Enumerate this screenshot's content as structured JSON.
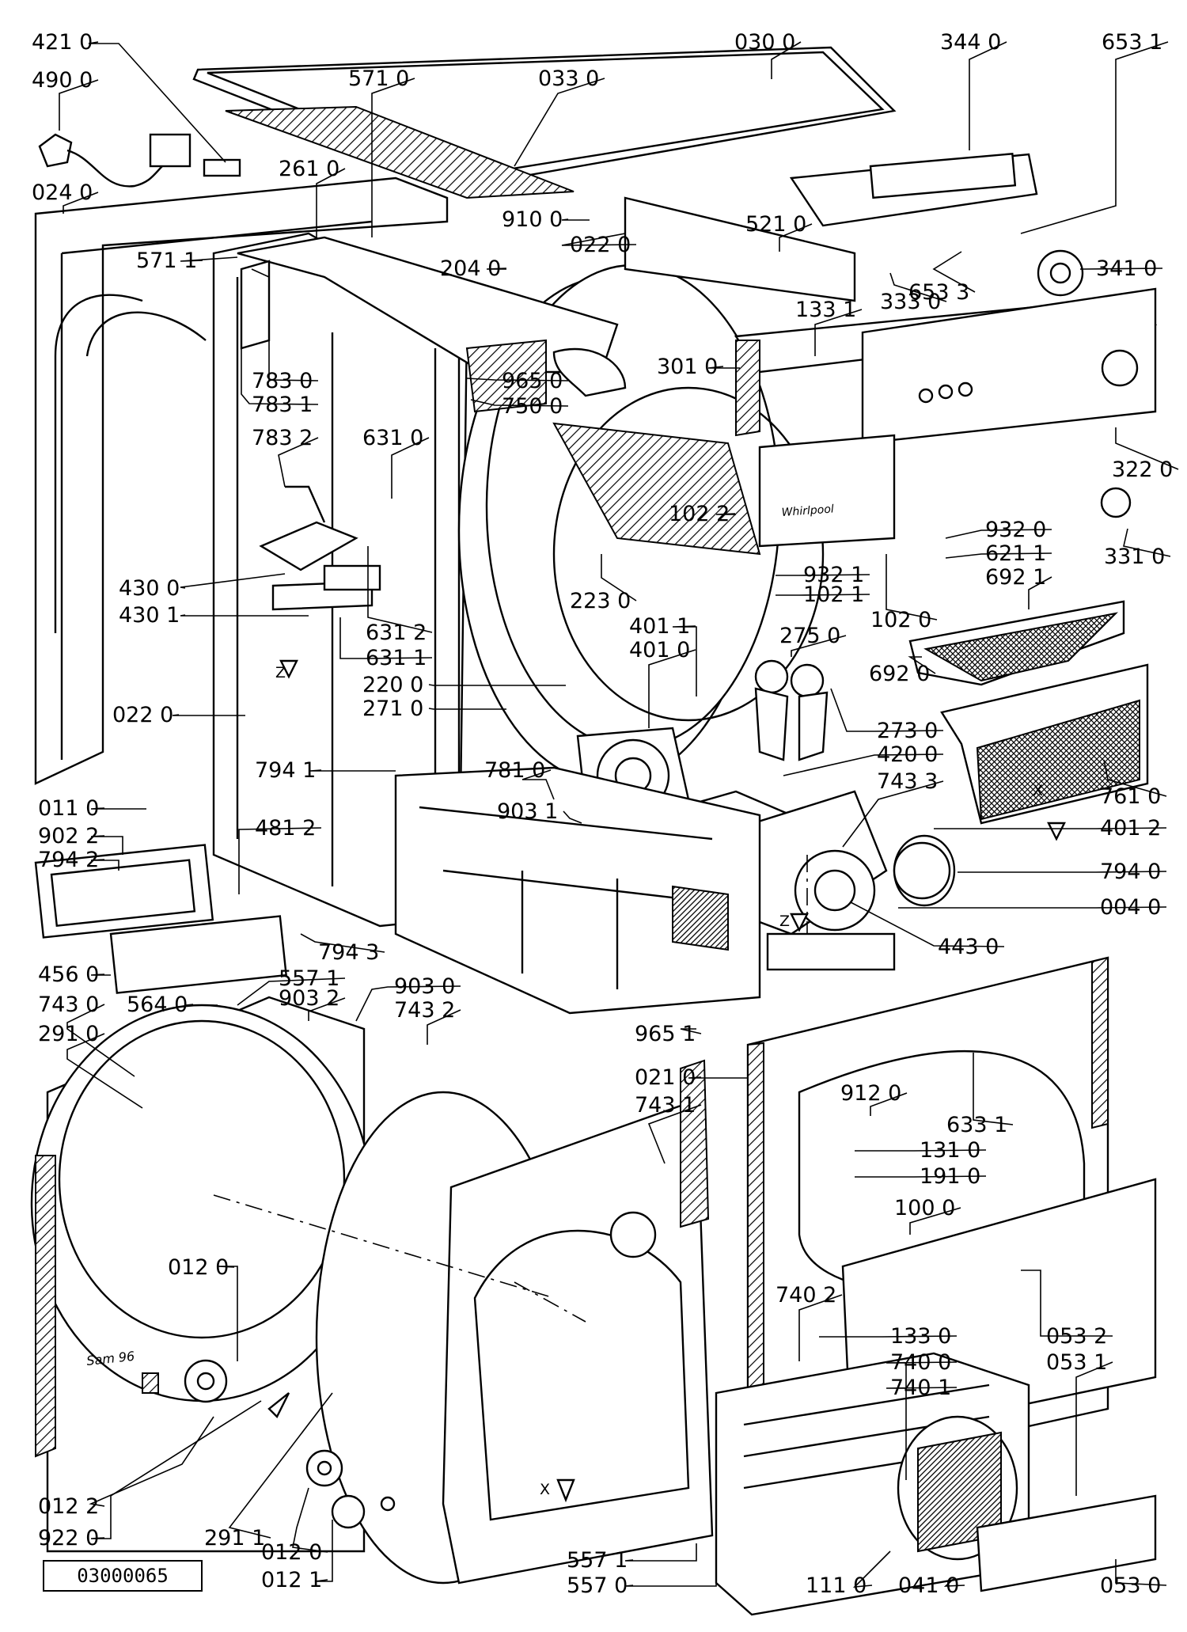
{
  "drawing_code": "03000065",
  "logo_text": "Whirlpool",
  "model_tag": "Sam 96",
  "axis_markers": [
    "Z",
    "Z",
    "X",
    "X"
  ],
  "callouts": [
    {
      "key": "c4210",
      "text": "421 0"
    },
    {
      "key": "c4900",
      "text": "490 0"
    },
    {
      "key": "c0240",
      "text": "024 0"
    },
    {
      "key": "c5710",
      "text": "571 0"
    },
    {
      "key": "c0330",
      "text": "033 0"
    },
    {
      "key": "c0300",
      "text": "030 0"
    },
    {
      "key": "c3440",
      "text": "344 0"
    },
    {
      "key": "c6531",
      "text": "653 1"
    },
    {
      "key": "c2610",
      "text": "261 0"
    },
    {
      "key": "c9100",
      "text": "910 0"
    },
    {
      "key": "c0220a",
      "text": "022 0"
    },
    {
      "key": "c5210",
      "text": "521 0"
    },
    {
      "key": "c5711",
      "text": "571 1"
    },
    {
      "key": "c2040",
      "text": "204 0"
    },
    {
      "key": "c6533",
      "text": "653 3"
    },
    {
      "key": "c3410",
      "text": "341 0"
    },
    {
      "key": "c3330",
      "text": "333 0"
    },
    {
      "key": "c1331",
      "text": "133 1"
    },
    {
      "key": "c7830",
      "text": "783 0"
    },
    {
      "key": "c9650",
      "text": "965 0"
    },
    {
      "key": "c3010",
      "text": "301 0"
    },
    {
      "key": "c7831",
      "text": "783 1"
    },
    {
      "key": "c7500",
      "text": "750 0"
    },
    {
      "key": "c7832",
      "text": "783 2"
    },
    {
      "key": "c6310",
      "text": "631 0"
    },
    {
      "key": "c3220",
      "text": "322 0"
    },
    {
      "key": "c1022a",
      "text": "102 2"
    },
    {
      "key": "c9320",
      "text": "932 0"
    },
    {
      "key": "c6211",
      "text": "621 1"
    },
    {
      "key": "c3310",
      "text": "331 0"
    },
    {
      "key": "c6921",
      "text": "692 1"
    },
    {
      "key": "c4300",
      "text": "430 0"
    },
    {
      "key": "c9321",
      "text": "932 1"
    },
    {
      "key": "c1021",
      "text": "102 1"
    },
    {
      "key": "c2230",
      "text": "223 0"
    },
    {
      "key": "c4301",
      "text": "430 1"
    },
    {
      "key": "c1020",
      "text": "102 0"
    },
    {
      "key": "c4011",
      "text": "401 1"
    },
    {
      "key": "c2750",
      "text": "275 0"
    },
    {
      "key": "c4010",
      "text": "401 0"
    },
    {
      "key": "c6312",
      "text": "631 2"
    },
    {
      "key": "c6311",
      "text": "631 1"
    },
    {
      "key": "c6920",
      "text": "692 0"
    },
    {
      "key": "c2200",
      "text": "220 0"
    },
    {
      "key": "c0220b",
      "text": "022 0"
    },
    {
      "key": "c2710",
      "text": "271 0"
    },
    {
      "key": "c2730",
      "text": "273 0"
    },
    {
      "key": "c4200",
      "text": "420 0"
    },
    {
      "key": "c7941",
      "text": "794 1"
    },
    {
      "key": "c7810",
      "text": "781 0"
    },
    {
      "key": "c7433",
      "text": "743 3"
    },
    {
      "key": "c0110",
      "text": "011 0"
    },
    {
      "key": "c9031",
      "text": "903 1"
    },
    {
      "key": "c7610",
      "text": "761 0"
    },
    {
      "key": "c9022",
      "text": "902 2"
    },
    {
      "key": "c4812",
      "text": "481 2"
    },
    {
      "key": "c4012",
      "text": "401 2"
    },
    {
      "key": "c7942",
      "text": "794 2"
    },
    {
      "key": "c7940",
      "text": "794 0"
    },
    {
      "key": "c0040",
      "text": "004 0"
    },
    {
      "key": "c7943",
      "text": "794 3"
    },
    {
      "key": "c4430",
      "text": "443 0"
    },
    {
      "key": "c4560",
      "text": "456 0"
    },
    {
      "key": "c5571",
      "text": "557 1"
    },
    {
      "key": "c9030",
      "text": "903 0"
    },
    {
      "key": "c5640",
      "text": "564 0"
    },
    {
      "key": "c9032",
      "text": "903 2"
    },
    {
      "key": "c7430",
      "text": "743 0"
    },
    {
      "key": "c7432",
      "text": "743 2"
    },
    {
      "key": "c2910",
      "text": "291 0"
    },
    {
      "key": "c9651",
      "text": "965 1"
    },
    {
      "key": "c0210",
      "text": "021 0"
    },
    {
      "key": "c7431",
      "text": "743 1"
    },
    {
      "key": "c9120",
      "text": "912 0"
    },
    {
      "key": "c6331",
      "text": "633 1"
    },
    {
      "key": "c1310",
      "text": "131 0"
    },
    {
      "key": "c1910",
      "text": "191 0"
    },
    {
      "key": "c0120a",
      "text": "012 0"
    },
    {
      "key": "c1000",
      "text": "100 0"
    },
    {
      "key": "c7402",
      "text": "740 2"
    },
    {
      "key": "c1330",
      "text": "133 0"
    },
    {
      "key": "c0532",
      "text": "053 2"
    },
    {
      "key": "c7400",
      "text": "740 0"
    },
    {
      "key": "c0531",
      "text": "053 1"
    },
    {
      "key": "c7401",
      "text": "740 1"
    },
    {
      "key": "c0122",
      "text": "012 2"
    },
    {
      "key": "c9220",
      "text": "922 0"
    },
    {
      "key": "c2911",
      "text": "291 1"
    },
    {
      "key": "c0120b",
      "text": "012 0"
    },
    {
      "key": "c0121",
      "text": "012 1"
    },
    {
      "key": "c5571b",
      "text": "557 1"
    },
    {
      "key": "c5570",
      "text": "557 0"
    },
    {
      "key": "c1110",
      "text": "111 0"
    },
    {
      "key": "c0410",
      "text": "041 0"
    },
    {
      "key": "c0530",
      "text": "053 0"
    }
  ]
}
